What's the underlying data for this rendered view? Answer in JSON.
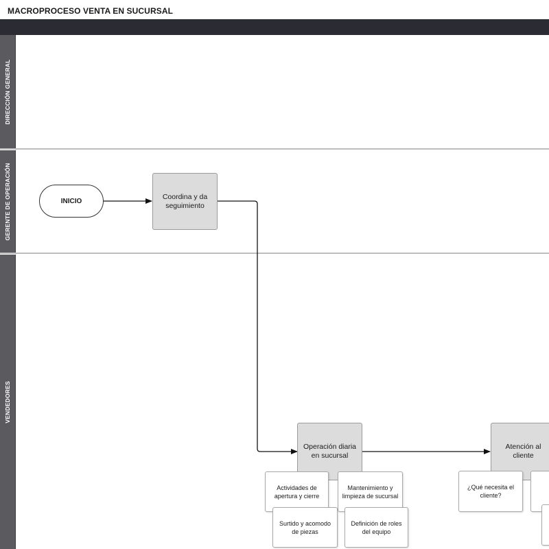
{
  "title": "MACROPROCESO VENTA EN SUCURSAL",
  "lanes": [
    {
      "label": "DIRECCIÓN GENERAL"
    },
    {
      "label": "GERENTE DE OPERACIÓN"
    },
    {
      "label": "VENDEDORES"
    }
  ],
  "nodes": {
    "start": "INICIO",
    "coordina": "Coordina y da seguimiento",
    "operacion": "Operación diaria en sucursal",
    "atencion": "Atención al cliente"
  },
  "notes": {
    "actividades": "Actividades de apertura y cierre",
    "mantenimiento": "Mantenimiento y limpieza de sucursal",
    "surtido": "Surtido y acomodo de piezas",
    "definicion": "Definición de roles del equipo",
    "que_necesita": "¿Qué necesita el cliente?"
  },
  "colors": {
    "header_bar": "#2b2c33",
    "lane_header": "#5a5a5f",
    "process_fill": "#dcdcdc"
  }
}
